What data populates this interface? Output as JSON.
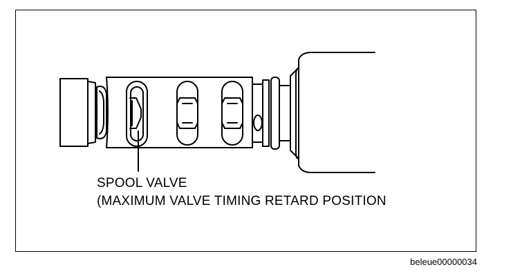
{
  "callout": {
    "line1": "SPOOL VALVE",
    "line2": "(MAXIMUM VALVE TIMING RETARD POSITION"
  },
  "figure_ref": "beleue00000034",
  "colors": {
    "ink": "#000000",
    "paper": "#ffffff"
  },
  "icons": [
    "spool-valve-illustration"
  ]
}
